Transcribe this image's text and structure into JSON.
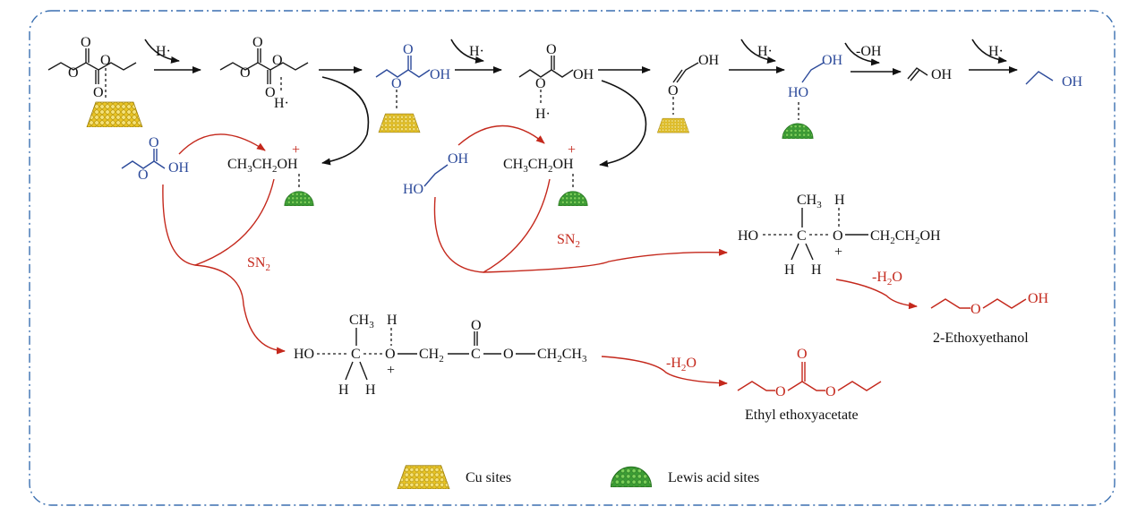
{
  "labels": {
    "h_dot": "H·",
    "oh_loss": "-OH",
    "water_loss_h": "-H",
    "water_sub": "2",
    "water_o": "O",
    "sn": "SN",
    "sn_sub": "2",
    "oh": "OH",
    "ho": "HO",
    "o": "O",
    "h": "H",
    "c": "C",
    "plus": "+",
    "ethanol_ch": "CH",
    "ethanol_3": "3",
    "ethanol_ch2": "CH",
    "ethanol_2": "2",
    "ethanol_oh": "OH",
    "product_ethoxyethanol": "2-Ethoxyethanol",
    "product_ethoxyacetate": "Ethyl ethoxyacetate",
    "ether_chain": "O—CH",
    "ether_chain2": "CH",
    "ether_oh": "OH",
    "ester_o": "O",
    "ester_ch": "CH",
    "ester_chain_o": "O",
    "ester_ch2": "CH",
    "ester_ch3": "CH",
    "ho_dash": "HO",
    "ch3": "CH",
    "ch3_sub": "3"
  },
  "legend": {
    "cu_label": "Cu sites",
    "lewis_label": "Lewis acid sites"
  },
  "colors": {
    "cu": "#e8c21a",
    "lewis": "#3fa23a",
    "red": "#c4281c",
    "blue": "#2c4a9a",
    "border": "#3a6fb0"
  }
}
